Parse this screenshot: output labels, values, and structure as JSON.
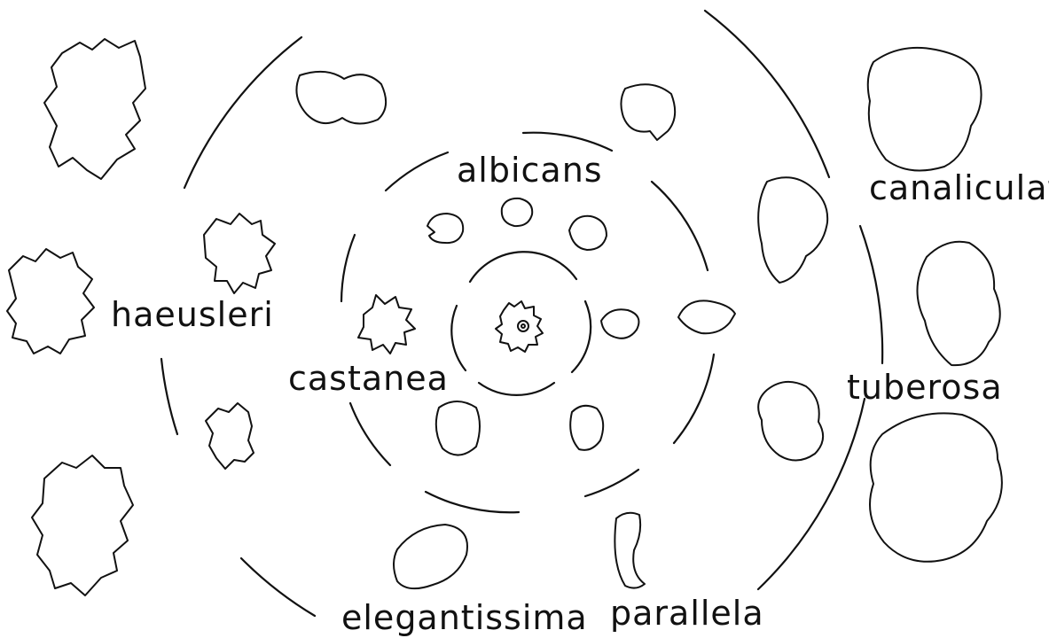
{
  "labels": {
    "albicans": "albicans",
    "castanea": "castanea",
    "haeusleri": "haeusleri",
    "canaliculata": "canaliculata",
    "tuberosa": "tuberosa",
    "elegantissima": "elegantissima",
    "parallela": "parallela"
  }
}
